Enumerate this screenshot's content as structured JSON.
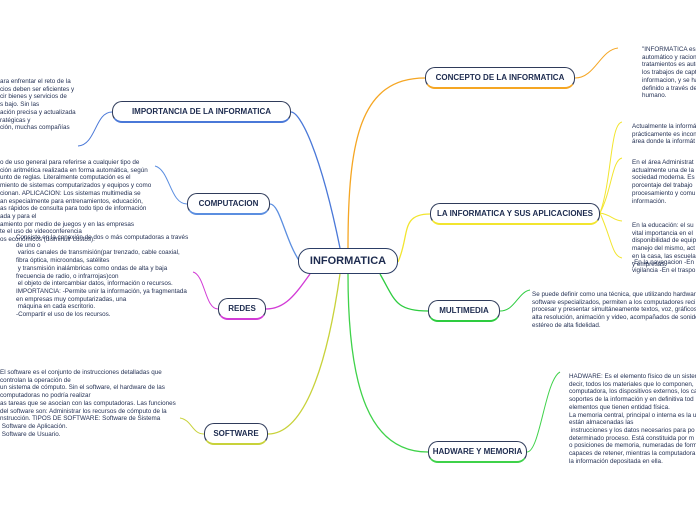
{
  "colors": {
    "concepto": "#f5a623",
    "aplicaciones": "#f2e52f",
    "multimedia": "#2ecc40",
    "hadware": "#3fd24a",
    "importancia": "#4a78d8",
    "computacion": "#5b8ee0",
    "redes": "#d23bd6",
    "software": "#c8d23a"
  },
  "root": {
    "label": "INFORMATICA"
  },
  "branches": {
    "concepto": {
      "label": "CONCEPTO DE LA INFORMATICA"
    },
    "aplicaciones": {
      "label": "LA INFORMATICA Y SUS APLICACIONES"
    },
    "multimedia": {
      "label": "MULTIMEDIA"
    },
    "hadware": {
      "label": "HADWARE Y MEMORIA"
    },
    "importancia": {
      "label": "IMPORTANCIA DE LA INFORMATICA"
    },
    "computacion": {
      "label": "COMPUTACION"
    },
    "redes": {
      "label": "REDES"
    },
    "software": {
      "label": "SOFTWARE"
    }
  },
  "notes": {
    "concepto": "\"INFORMÁTICA es la ciencia\nautomático y racional de\ntratamientos es automá\nlos trabajos de captura\ninformacion, y se hace\ndefinido a través de la\nhumano.",
    "aplicaciones_1": "Actualmente la informática\nprácticamente es incon\nárea donde la informát",
    "aplicaciones_2": "En el área Administrat\nactualmente una de la\nsociedad moderna. Es\nporcentaje del trabajo\nprocesamiento y comu\ninformación.",
    "aplicaciones_3": "En la educación: el su\nvital importancia en el\ndisponibilidad de equip\nmanejo del mismo, act\nen la casa, las escuela\ny empresas.",
    "aplicaciones_4": "-En la navegacion -En l\nvigilancia -En el traspo",
    "multimedia": "Se puede definir como una técnica, que utilizando hardware\nsoftware especializados, permiten a los computadores reci\nprocesar y presentar simultáneamente textos, voz, gráficos\nalta resolución, animación y video, acompañados de sonido\nestéreo de alta fidelidad.",
    "hadware": "HADWARE: Es el elemento físico de un sistema\ndecir, todos los materiales que lo componen,\ncomputadora, los dispositivos externos, los ca\nsoportes de la información y en definitiva tod\nelementos que tienen entidad física.\nLa memoria central, principal o interna es la u\nestán almacenadas las\n instrucciones y los datos necesarios para po\ndeterminado proceso. Está constituida por m\no posiciones de memoria, numeradas de form\ncapaces de retener, mientras la computadora\nla información depositada en ella.",
    "importancia": "ara enfrentar el reto de la\ncios deben ser eficientes y\ncir bienes y servicios de\ns bajo. Sin las\nación precisa y actualizada\nratégicas y\nción, muchas compañías",
    "computacion": "o de uso general para referirse a cualquier tipo de\nción aritmética realizada en forma automática, según\nunto de reglas. Literalmente computación es el\nmiento de sistemas computarizados y equipos y como\ncionan. APLICACION: Los sistemas multimedia se\nan especialmente para entrenamientos, educación,\nas rápidos de consulta para todo tipo de información\nada y para el\namiento por medio de juegos y en las empresas\nte el uso de videoconferencia\nos económicos (disminuir costos).",
    "redes": "Consiste en la conexión de dos o más computadoras a través\nde uno o\n varios canales de transmisión(par trenzado, cable coaxial,\nfibra óptica, microondas, satélites\n y transmisión inalámbricas como ondas de alta y baja\nfrecuencia de radio, o infrarrojas)con\n el objeto de intercambiar datos, información o recursos.\nIMPORTANCIA: -Permite unir la información, ya fragmentada\nen empresas muy computarizadas, una\n máquina en cada escritorio.\n-Compartir el uso de los recursos.",
    "software": "El software es el conjunto de instrucciones detalladas que\ncontrolan la operación de\nun sistema de cómputo. Sin el software, el hardware de las\ncomputadoras no podría realizar\nas tareas que se asocian con las computadoras. Las funciones\ndel software son: Administrar los recursos de cómputo de la\nnstrucción. TIPOS DE SOFTWARE: Software de Sistema\n Software de Aplicación.\n Software de Usuario."
  }
}
